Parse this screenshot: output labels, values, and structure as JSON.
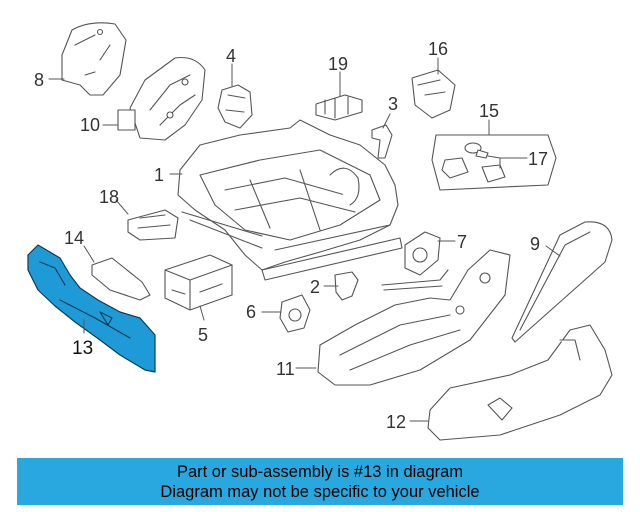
{
  "diagram": {
    "callouts": {
      "c1": "1",
      "c2": "2",
      "c3": "3",
      "c4": "4",
      "c5": "5",
      "c6": "6",
      "c7": "7",
      "c8": "8",
      "c9": "9",
      "c10": "10",
      "c11": "11",
      "c12": "12",
      "c13": "13",
      "c14": "14",
      "c15": "15",
      "c16": "16",
      "c17": "17",
      "c18": "18",
      "c19": "19"
    },
    "highlight_part": "13",
    "highlight_color": "#1e9bd7",
    "line_color": "#555555"
  },
  "banner": {
    "line1": "Part or sub-assembly is #13 in diagram",
    "line2": "Diagram may not be specific to your vehicle",
    "background": "#29a8e0"
  }
}
